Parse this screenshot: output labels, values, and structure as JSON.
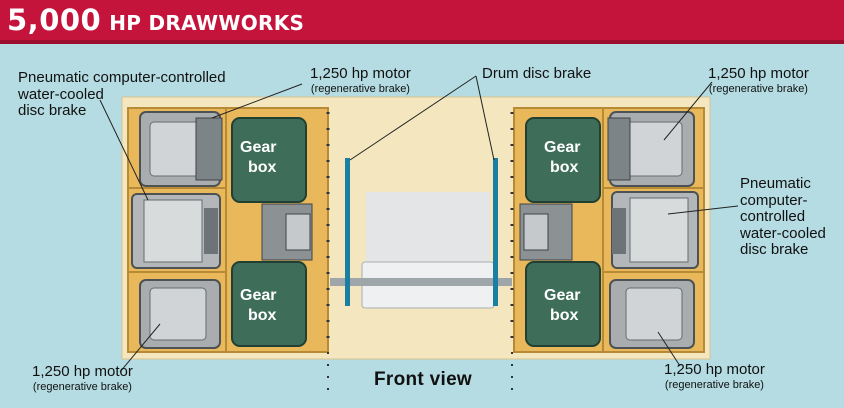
{
  "title": {
    "power": "5,000",
    "rest": "HP DRAWWORKS"
  },
  "colors": {
    "header": "#c4143c",
    "background": "#b4dce2",
    "base_panel": "#f4e7bf",
    "frame": "#e8b85a",
    "gearbox": "#3e6e5a",
    "brake_line": "#1b7fa3"
  },
  "labels": {
    "left_brake": [
      "Pneumatic computer-controlled",
      "water-cooled",
      "disc brake"
    ],
    "top_left_motor": {
      "main": "1,250 hp motor",
      "sub": "(regenerative brake)"
    },
    "drum_brake": "Drum disc brake",
    "top_right_motor": {
      "main": "1,250 hp motor",
      "sub": "(regenerative brake)"
    },
    "right_brake": [
      "Pneumatic",
      "computer-",
      "controlled",
      "water-cooled",
      "disc brake"
    ],
    "bottom_left_motor": {
      "main": "1,250 hp motor",
      "sub": "(regenerative brake)"
    },
    "bottom_right_motor": {
      "main": "1,250 hp motor",
      "sub": "(regenerative brake)"
    },
    "front_view": "Front view"
  },
  "gearboxes": [
    {
      "line1": "Gear",
      "line2": "box"
    },
    {
      "line1": "Gear",
      "line2": "box"
    },
    {
      "line1": "Gear",
      "line2": "box"
    },
    {
      "line1": "Gear",
      "line2": "box"
    }
  ]
}
